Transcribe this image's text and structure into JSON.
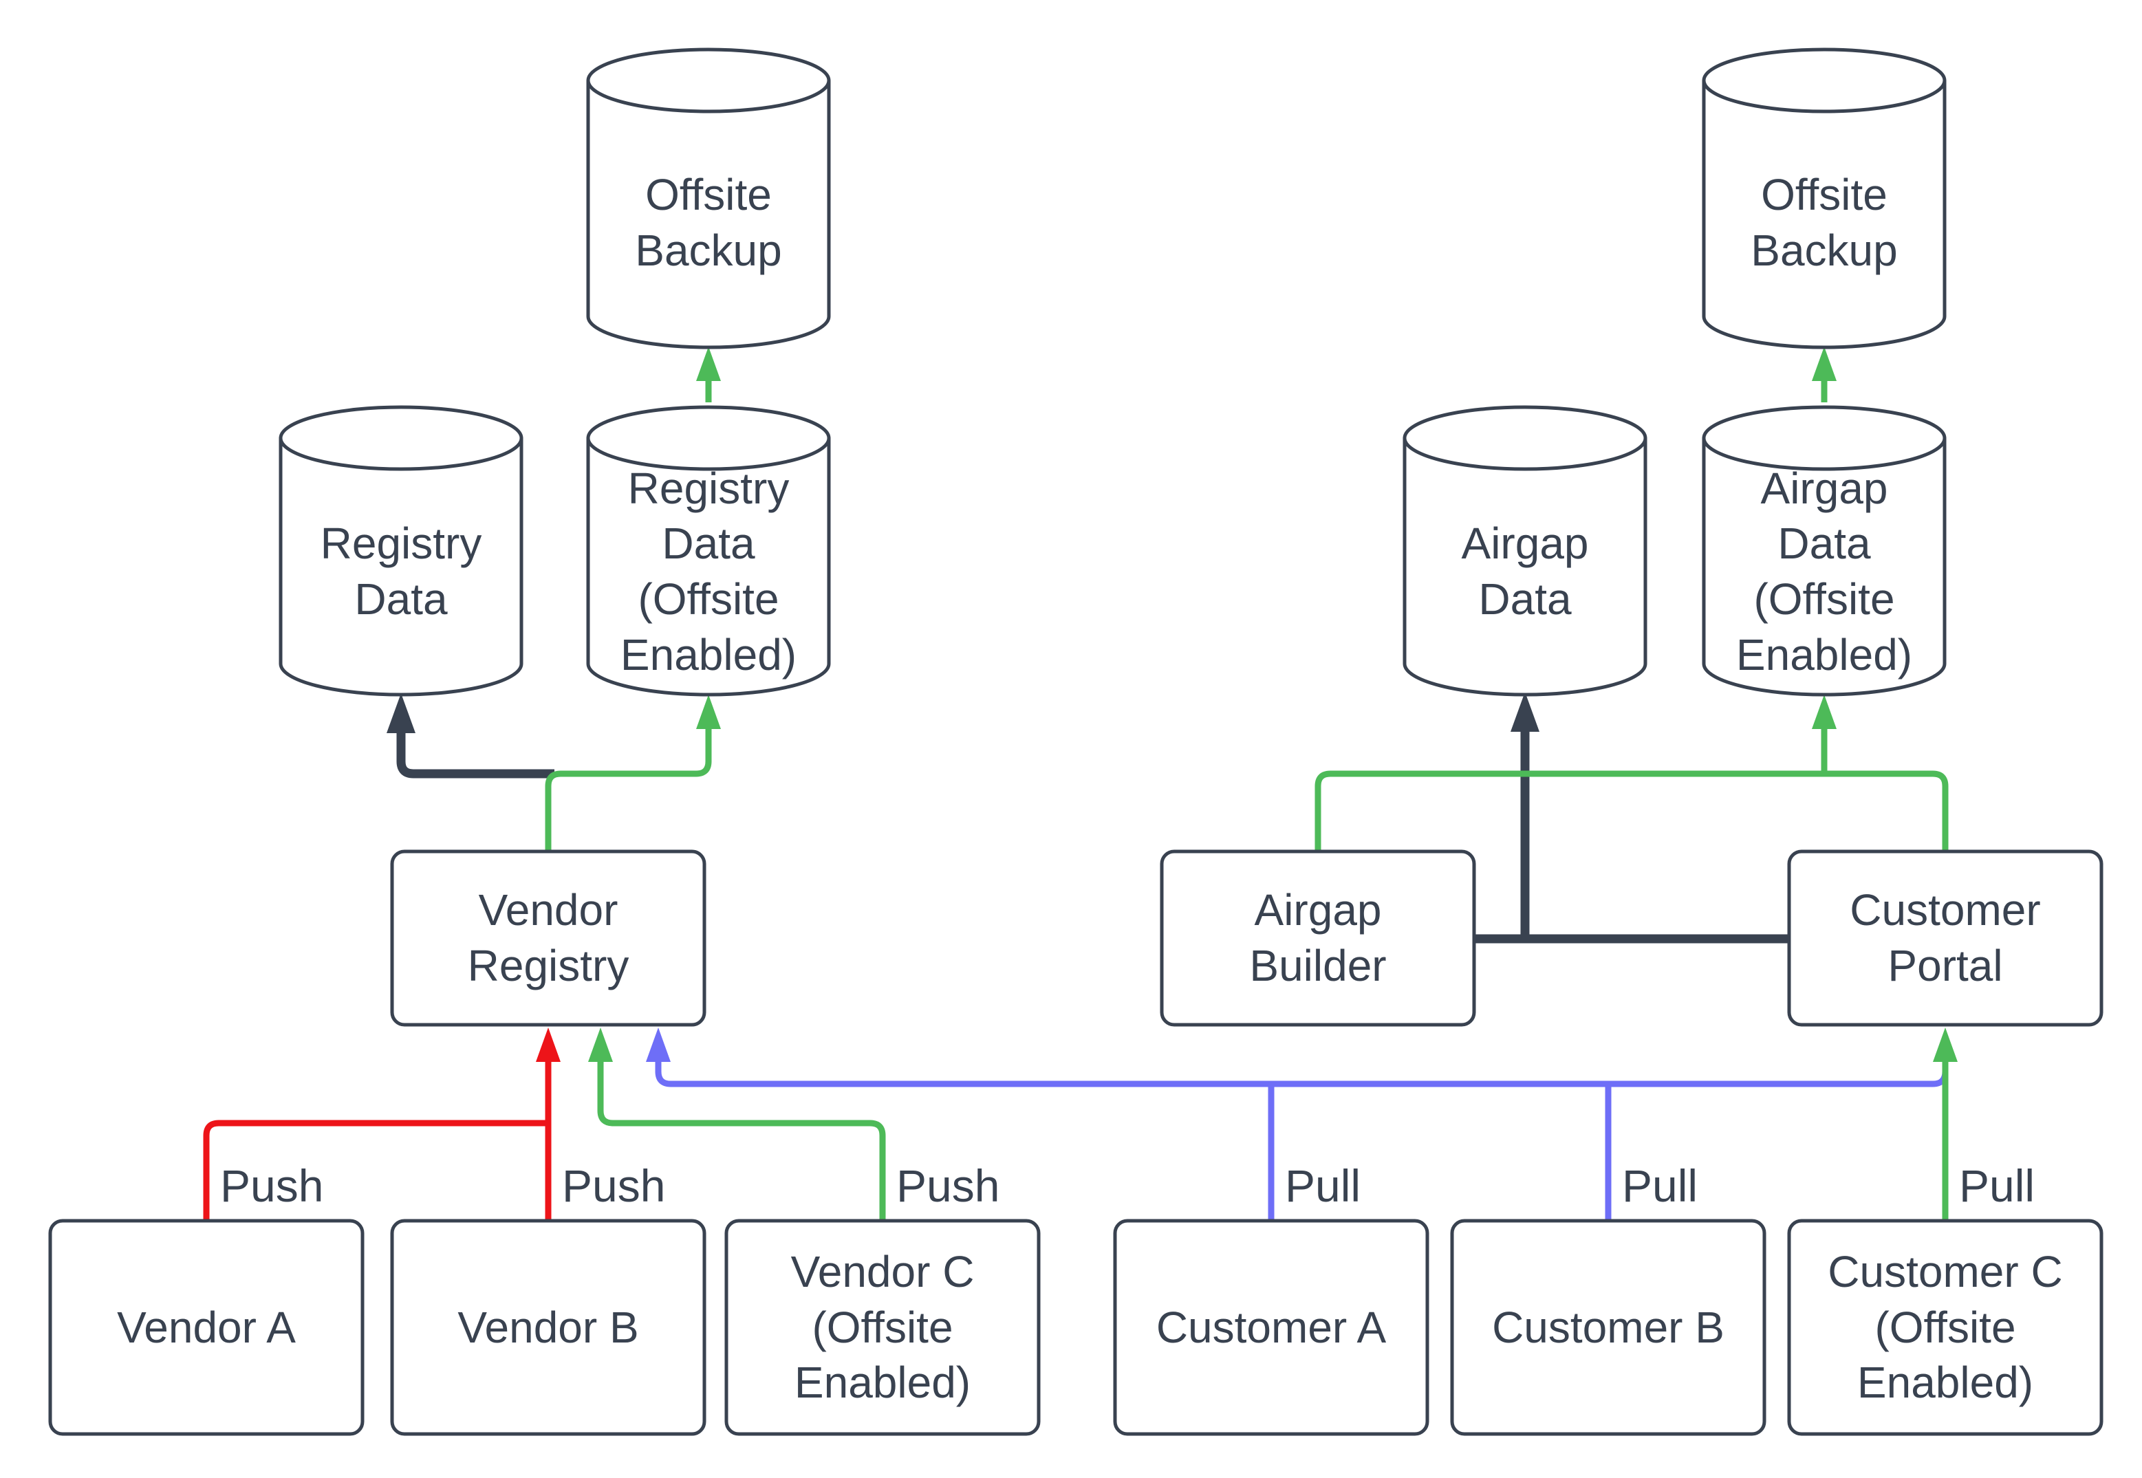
{
  "diagram": {
    "type": "flowchart",
    "background": "#ffffff",
    "colors": {
      "ink": "#394250",
      "green": "#4dba58",
      "red": "#ed1419",
      "blue": "#6e6ef7"
    },
    "nodes": {
      "offsite_backup_left": {
        "label": "Offsite\nBackup",
        "shape": "cylinder"
      },
      "registry_data": {
        "label": "Registry\nData",
        "shape": "cylinder"
      },
      "registry_data_offsite": {
        "label": "Registry\nData\n(Offsite\nEnabled)",
        "shape": "cylinder"
      },
      "vendor_registry": {
        "label": "Vendor\nRegistry",
        "shape": "rect"
      },
      "vendor_a": {
        "label": "Vendor A",
        "shape": "rect"
      },
      "vendor_b": {
        "label": "Vendor B",
        "shape": "rect"
      },
      "vendor_c": {
        "label": "Vendor C\n(Offsite\nEnabled)",
        "shape": "rect"
      },
      "offsite_backup_right": {
        "label": "Offsite\nBackup",
        "shape": "cylinder"
      },
      "airgap_data": {
        "label": "Airgap\nData",
        "shape": "cylinder"
      },
      "airgap_data_offsite": {
        "label": "Airgap\nData\n(Offsite\nEnabled)",
        "shape": "cylinder"
      },
      "airgap_builder": {
        "label": "Airgap\nBuilder",
        "shape": "rect"
      },
      "customer_portal": {
        "label": "Customer\nPortal",
        "shape": "rect"
      },
      "customer_a": {
        "label": "Customer A",
        "shape": "rect"
      },
      "customer_b": {
        "label": "Customer B",
        "shape": "rect"
      },
      "customer_c": {
        "label": "Customer C\n(Offsite\nEnabled)",
        "shape": "rect"
      }
    },
    "edge_labels": {
      "vendor_a_push": "Push",
      "vendor_b_push": "Push",
      "vendor_c_push": "Push",
      "customer_a_pull": "Pull",
      "customer_b_pull": "Pull",
      "customer_c_pull": "Pull"
    },
    "edges": [
      {
        "from": "vendor_a",
        "to": "vendor_registry",
        "label": "Push",
        "color": "red"
      },
      {
        "from": "vendor_b",
        "to": "vendor_registry",
        "label": "Push",
        "color": "red"
      },
      {
        "from": "vendor_c",
        "to": "vendor_registry",
        "label": "Push",
        "color": "green"
      },
      {
        "from": "vendor_registry",
        "to": "registry_data",
        "label": "",
        "color": "dark"
      },
      {
        "from": "vendor_registry",
        "to": "registry_data_offsite",
        "label": "",
        "color": "green"
      },
      {
        "from": "registry_data_offsite",
        "to": "offsite_backup_left",
        "label": "",
        "color": "green"
      },
      {
        "from": "customer_a",
        "to": "vendor_registry",
        "label": "Pull",
        "color": "blue"
      },
      {
        "from": "customer_b",
        "to": "vendor_registry",
        "label": "Pull",
        "color": "blue"
      },
      {
        "from": "customer_portal",
        "to": "vendor_registry",
        "label": "",
        "color": "blue"
      },
      {
        "from": "customer_c",
        "to": "customer_portal",
        "label": "Pull",
        "color": "green"
      },
      {
        "from": "airgap_builder",
        "to": "airgap_data",
        "label": "",
        "color": "dark"
      },
      {
        "from": "customer_portal",
        "to": "airgap_data",
        "label": "",
        "color": "dark"
      },
      {
        "from": "airgap_builder",
        "to": "airgap_data_offsite",
        "label": "",
        "color": "green"
      },
      {
        "from": "customer_portal",
        "to": "airgap_data_offsite",
        "label": "",
        "color": "green"
      },
      {
        "from": "airgap_data_offsite",
        "to": "offsite_backup_right",
        "label": "",
        "color": "green"
      }
    ]
  }
}
